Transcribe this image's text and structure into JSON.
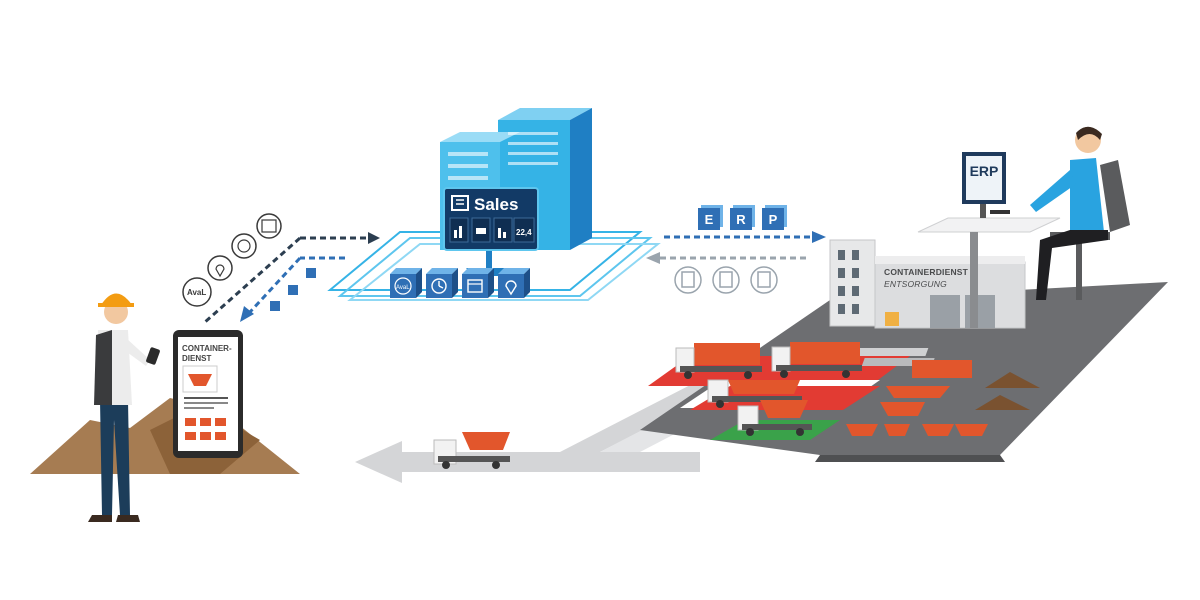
{
  "sales": {
    "title": "Sales",
    "value": "22,4",
    "icon": "cart-icon"
  },
  "phone": {
    "line1": "CONTAINER-",
    "line2": "DIENST"
  },
  "aval_label": "AvaL",
  "erp_badges": [
    "E",
    "R",
    "P"
  ],
  "monitor_label": "ERP",
  "building": {
    "line1": "CONTAINERDIENST",
    "line2": "ENTSORGUNG"
  },
  "platform_icons": [
    "aval-icon",
    "clock-icon",
    "calendar-icon",
    "location-pin-icon"
  ],
  "colors": {
    "server": "#35b3e6",
    "server_dark": "#1f7fc4",
    "sales_panel": "#123a66",
    "arrow_dark": "#2c3e50",
    "arrow_blue": "#2f6fb5",
    "arrow_grey": "#9aa4ad",
    "container_orange": "#e2562c",
    "yard_grey": "#6d6e71",
    "road_grey": "#d4d5d7",
    "worker_helmet": "#f39c12",
    "office_shirt": "#29a3e0"
  }
}
